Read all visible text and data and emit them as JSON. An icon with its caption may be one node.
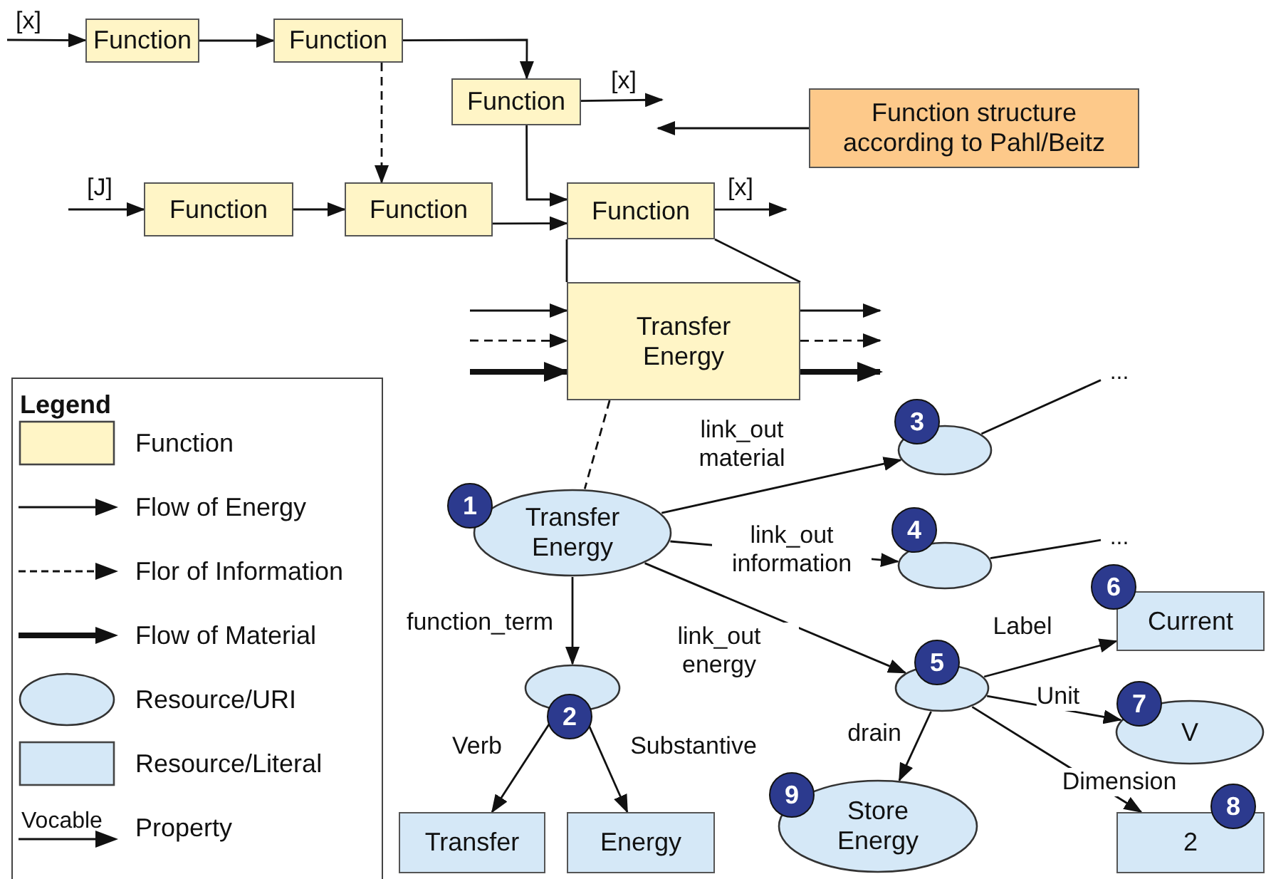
{
  "diagram": {
    "nodes": [
      {
        "text": [
          "Function"
        ]
      },
      {
        "text": [
          "Function"
        ]
      },
      {
        "text": [
          "Function"
        ]
      },
      {
        "text": [
          "Function structure according to Pahl/Beitz"
        ]
      },
      {
        "text": [
          "Function"
        ]
      },
      {
        "text": [
          "Function"
        ]
      },
      {
        "text": [
          "Function"
        ]
      },
      {
        "text": [
          "Transfer Energy"
        ]
      },
      {
        "text": [],
        "shape": "ellipse",
        "beside": [
          "3"
        ]
      },
      {
        "text": [
          "Transfer Energy"
        ],
        "beside": [
          "1"
        ]
      },
      {
        "text": [],
        "shape": "ellipse",
        "beside": [
          "4"
        ]
      },
      {
        "text": [
          "Current"
        ],
        "beside": [
          "6"
        ]
      },
      {
        "text": [],
        "shape": "ellipse",
        "beside": [
          "5"
        ]
      },
      {
        "text": [],
        "shape": "ellipse",
        "beside": [
          "2"
        ]
      },
      {
        "text": [
          "V"
        ],
        "beside": [
          "7"
        ]
      },
      {
        "text": [
          "Store Energy"
        ],
        "beside": [
          "9"
        ]
      },
      {
        "text": [
          "2"
        ],
        "beside": [
          "8"
        ]
      },
      {
        "text": [
          "Transfer"
        ]
      },
      {
        "text": [
          "Energy"
        ]
      },
      {
        "text": [
          "..."
        ]
      },
      {
        "text": [
          "..."
        ]
      }
    ],
    "edges": [
      {
        "from": null,
        "to": 0,
        "arrow": "to",
        "label": "[x]"
      },
      {
        "from": 0,
        "to": 1,
        "arrow": "to"
      },
      {
        "from": 1,
        "to": 2,
        "arrow": "to"
      },
      {
        "from": 1,
        "to": 5,
        "arrow": "to",
        "style": "dashed"
      },
      {
        "from": 2,
        "to": null,
        "arrow": "to",
        "label": "[x]"
      },
      {
        "from": 3,
        "to": null,
        "arrow": "to"
      },
      {
        "from": null,
        "to": 4,
        "arrow": "to",
        "label": "[J]"
      },
      {
        "from": 4,
        "to": 5,
        "arrow": "to"
      },
      {
        "from": 2,
        "to": 6,
        "arrow": "to"
      },
      {
        "from": 5,
        "to": 6,
        "arrow": "to"
      },
      {
        "from": 6,
        "to": null,
        "arrow": "to",
        "label": "[x]"
      },
      {
        "from": 6,
        "to": 7,
        "arrow": "none"
      },
      {
        "from": null,
        "to": 7,
        "arrow": "to"
      },
      {
        "from": null,
        "to": 7,
        "arrow": "to",
        "style": "dashed"
      },
      {
        "from": null,
        "to": 7,
        "arrow": "to",
        "style": "thick"
      },
      {
        "from": 7,
        "to": null,
        "arrow": "to"
      },
      {
        "from": 7,
        "to": null,
        "arrow": "to",
        "style": "dashed"
      },
      {
        "from": 7,
        "to": null,
        "arrow": "to",
        "style": "thick"
      },
      {
        "from": 7,
        "to": 9,
        "arrow": "none",
        "style": "dashed"
      },
      {
        "from": 9,
        "to": 8,
        "arrow": "to",
        "label": "link_out material"
      },
      {
        "from": 9,
        "to": 10,
        "arrow": "to",
        "label": "link_out information"
      },
      {
        "from": 9,
        "to": 12,
        "arrow": "to",
        "label": "link_out energy"
      },
      {
        "from": 9,
        "to": 13,
        "arrow": "to",
        "label": "function_term"
      },
      {
        "from": 8,
        "to": 19,
        "arrow": "none"
      },
      {
        "from": 10,
        "to": 20,
        "arrow": "none"
      },
      {
        "from": 12,
        "to": 11,
        "arrow": "to",
        "label": "Label"
      },
      {
        "from": 12,
        "to": 14,
        "arrow": "to",
        "label": "Unit"
      },
      {
        "from": 12,
        "to": 16,
        "arrow": "to",
        "label": "Dimension"
      },
      {
        "from": 12,
        "to": 15,
        "arrow": "to",
        "label": "drain"
      },
      {
        "from": 13,
        "to": 17,
        "arrow": "to",
        "label": "Verb"
      },
      {
        "from": 13,
        "to": 18,
        "arrow": "to",
        "label": "Substantive"
      }
    ],
    "labels": [
      "Legend",
      "Vocable"
    ],
    "legend": [
      {
        "text": "Function",
        "color": "#fff5c6"
      },
      {
        "text": "Flow of Energy"
      },
      {
        "text": "Flor of Information"
      },
      {
        "text": "Flow of Material"
      },
      {
        "text": "Resource/URI"
      },
      {
        "text": "Resource/Literal",
        "color": "#d5e8f7"
      },
      {
        "text": "Property"
      }
    ]
  }
}
